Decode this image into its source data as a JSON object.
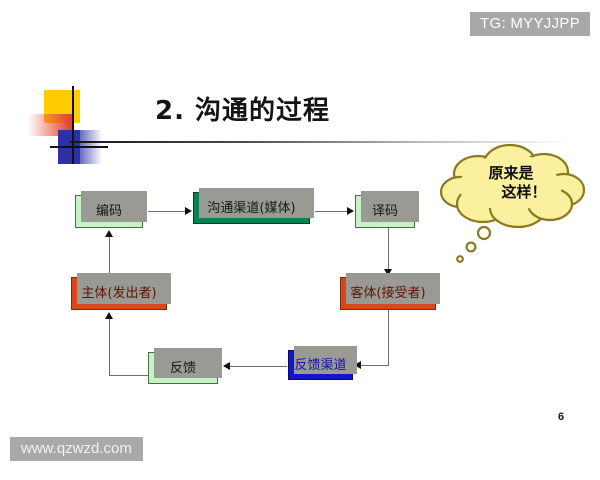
{
  "slide": {
    "title": "2. 沟通的过程",
    "page_number": "6",
    "background_color": "#ffffff"
  },
  "watermarks": {
    "top": "TG: MYYJJPP",
    "bottom": "www.qzwzd.com",
    "band_color": "#a8a8a8"
  },
  "thought_bubble": {
    "line1": "原来是",
    "line2": "这样！",
    "fill_color": "#FAF0A0",
    "stroke_color": "#8a7a20"
  },
  "diagram": {
    "type": "flow-cycle",
    "nodes": [
      {
        "id": "encode",
        "label": "编码",
        "style": "green-light",
        "color": "#C6F2C6"
      },
      {
        "id": "channel",
        "label": "沟通渠道(媒体)",
        "style": "green-dark",
        "color": "#0B8050"
      },
      {
        "id": "decode",
        "label": "译码",
        "style": "green-light",
        "color": "#C6F2C6"
      },
      {
        "id": "sender",
        "label": "主体(发出者)",
        "style": "orange",
        "color": "#D94716"
      },
      {
        "id": "receiver",
        "label": "客体(接受者)",
        "style": "orange",
        "color": "#D94716"
      },
      {
        "id": "feedback_channel",
        "label": "反馈渠道",
        "style": "blue",
        "color": "#1414C8"
      },
      {
        "id": "feedback",
        "label": "反馈",
        "style": "green-light",
        "color": "#C6F2C6"
      }
    ],
    "edges": [
      {
        "from": "sender",
        "to": "encode"
      },
      {
        "from": "encode",
        "to": "channel"
      },
      {
        "from": "channel",
        "to": "decode"
      },
      {
        "from": "decode",
        "to": "receiver"
      },
      {
        "from": "receiver",
        "to": "feedback_channel"
      },
      {
        "from": "feedback_channel",
        "to": "feedback"
      },
      {
        "from": "feedback",
        "to": "sender"
      }
    ]
  }
}
